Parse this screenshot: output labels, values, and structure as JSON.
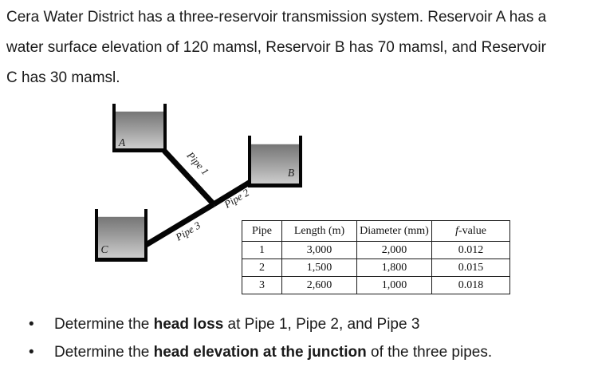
{
  "intro": {
    "lines": [
      "Cera Water District has a three-reservoir transmission system. Reservoir A has a",
      "water surface elevation of 120 mamsl, Reservoir B has 70 mamsl, and Reservoir",
      "C has 30 mamsl."
    ]
  },
  "diagram": {
    "reservoirs": [
      {
        "label": "A"
      },
      {
        "label": "B"
      },
      {
        "label": "C"
      }
    ],
    "pipes": [
      {
        "label": "Pipe 1"
      },
      {
        "label": "Pipe 2"
      },
      {
        "label": "Pipe 3"
      }
    ]
  },
  "table": {
    "headers": {
      "pipe": "Pipe",
      "length": "Length (m)",
      "diameter": "Diameter (mm)",
      "f_italic": "f",
      "f_rest": "-value"
    },
    "rows": [
      [
        "1",
        "3,000",
        "2,000",
        "0.012"
      ],
      [
        "2",
        "1,500",
        "1,800",
        "0.015"
      ],
      [
        "3",
        "2,600",
        "1,000",
        "0.018"
      ]
    ]
  },
  "tasks": {
    "bullet": "•",
    "items": [
      {
        "pre": "Determine the ",
        "bold": "head loss",
        "post": " at Pipe 1, Pipe 2, and Pipe 3"
      },
      {
        "pre": "Determine the ",
        "bold": "head elevation at the junction",
        "post": " of the three pipes."
      }
    ]
  },
  "colors": {
    "pipe": "#050505",
    "wall": "#050505",
    "water_top": "#767676",
    "water_bottom": "#cdcdcd",
    "text": "#1a1a1a"
  }
}
